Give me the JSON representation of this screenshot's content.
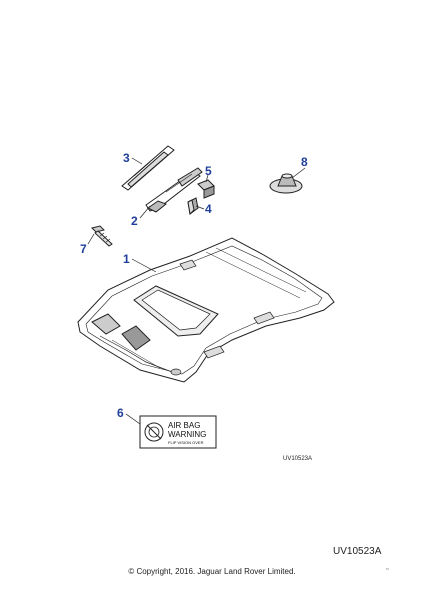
{
  "callouts": {
    "c1": "1",
    "c2": "2",
    "c3": "3",
    "c4": "4",
    "c5": "5",
    "c6": "6",
    "c7": "7",
    "c8": "8"
  },
  "airbag_label": {
    "line1": "AIR BAG",
    "line2": "WARNING",
    "line3": "FLIP VISION OVER"
  },
  "diagram_ref_small": "UV10523A",
  "diagram_ref_large": "UV10523A",
  "copyright": "© Copyright, 2016. Jaguar Land Rover Limited.",
  "corner_mark": "▫",
  "colors": {
    "callout": "#1f3f9a",
    "line": "#222222",
    "fill": "#ffffff"
  }
}
